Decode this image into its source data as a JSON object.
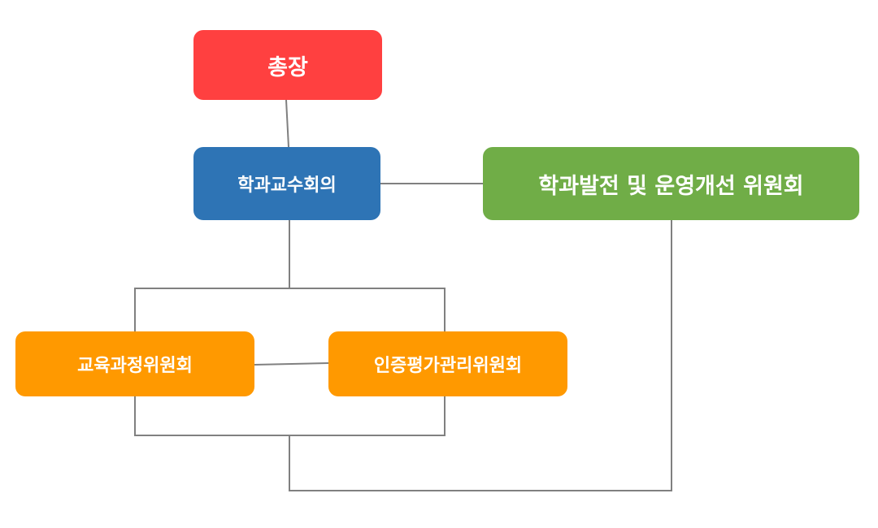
{
  "nodes": {
    "president": {
      "label": "총장",
      "color": "#ff4040"
    },
    "faculty_meeting": {
      "label": "학과교수회의",
      "color": "#2e74b5"
    },
    "development_committee": {
      "label": "학과발전 및 운영개선 위원회",
      "color": "#70ad47"
    },
    "curriculum_committee": {
      "label": "교육과정위원회",
      "color": "#ff9900"
    },
    "certification_committee": {
      "label": "인증평가관리위원회",
      "color": "#ff9900"
    }
  },
  "connector_color": "#808080",
  "edges": [
    {
      "from": "president",
      "to": "faculty_meeting"
    },
    {
      "from": "faculty_meeting",
      "to": "development_committee"
    },
    {
      "from": "faculty_meeting",
      "to": "curriculum_committee"
    },
    {
      "from": "faculty_meeting",
      "to": "certification_committee"
    },
    {
      "from": "curriculum_committee",
      "to": "certification_committee"
    },
    {
      "from": "development_committee",
      "to": "curriculum_committee"
    },
    {
      "from": "development_committee",
      "to": "certification_committee"
    }
  ]
}
